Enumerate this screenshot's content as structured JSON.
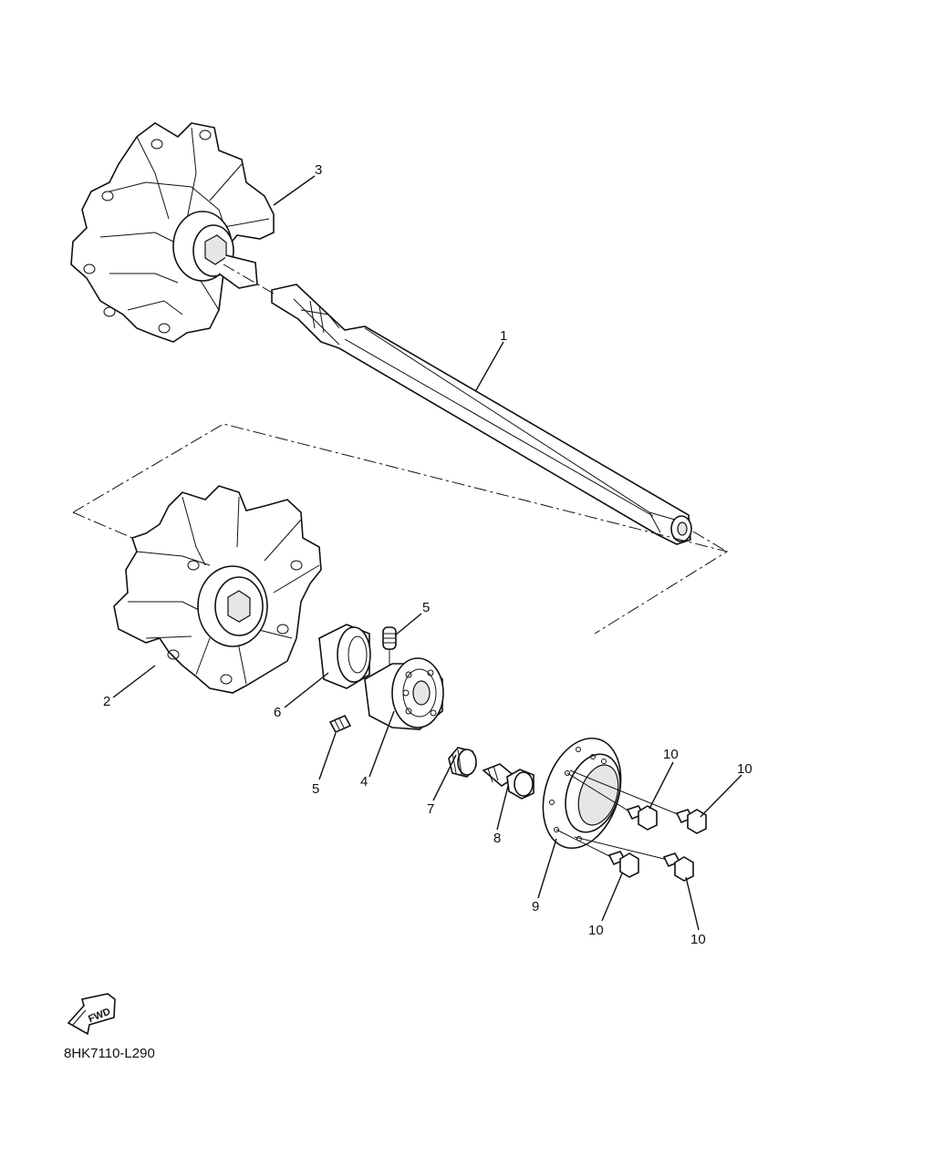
{
  "diagram": {
    "callouts": {
      "shaft": "1",
      "sprocket_lower": "2",
      "sprocket_upper": "3",
      "bearing": "4",
      "pin_upper": "5",
      "pin_lower": "5",
      "collar": "6",
      "spacer": "7",
      "bolt": "8",
      "plate": "9",
      "screw_a": "10",
      "screw_b": "10",
      "screw_c": "10",
      "screw_d": "10"
    },
    "fwd_label": "FWD",
    "drawing_code": "8HK7110-L290"
  }
}
